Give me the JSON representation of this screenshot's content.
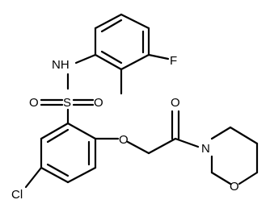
{
  "molecule": {
    "atoms": {
      "nh": "NH",
      "f": "F",
      "sulfonyl_s": "S",
      "sulfonyl_o_left": "O",
      "sulfonyl_o_right": "O",
      "ketone_o": "O",
      "ether_o": "O",
      "morpholine_n": "N",
      "morpholine_o": "O",
      "cl": "Cl"
    }
  }
}
